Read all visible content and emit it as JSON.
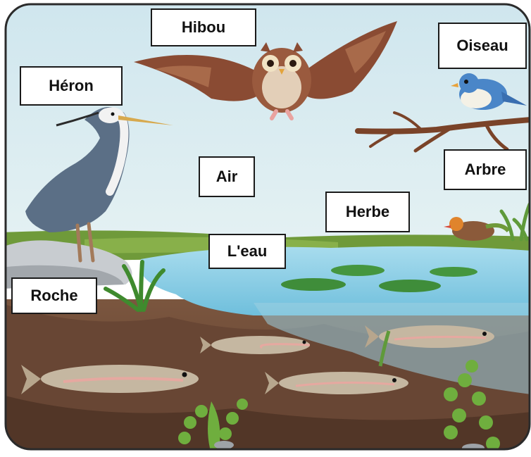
{
  "labels": {
    "hibou": "Hibou",
    "oiseau": "Oiseau",
    "heron": "Héron",
    "air": "Air",
    "arbre": "Arbre",
    "herbe": "Herbe",
    "eau": "L'eau",
    "roche": "Roche"
  },
  "colors": {
    "sky": "#d3e9f0",
    "water": "#8fd0e8",
    "grass": "#6f9a3a",
    "soil": "#6b4a36",
    "frame": "#2b2b2b"
  }
}
